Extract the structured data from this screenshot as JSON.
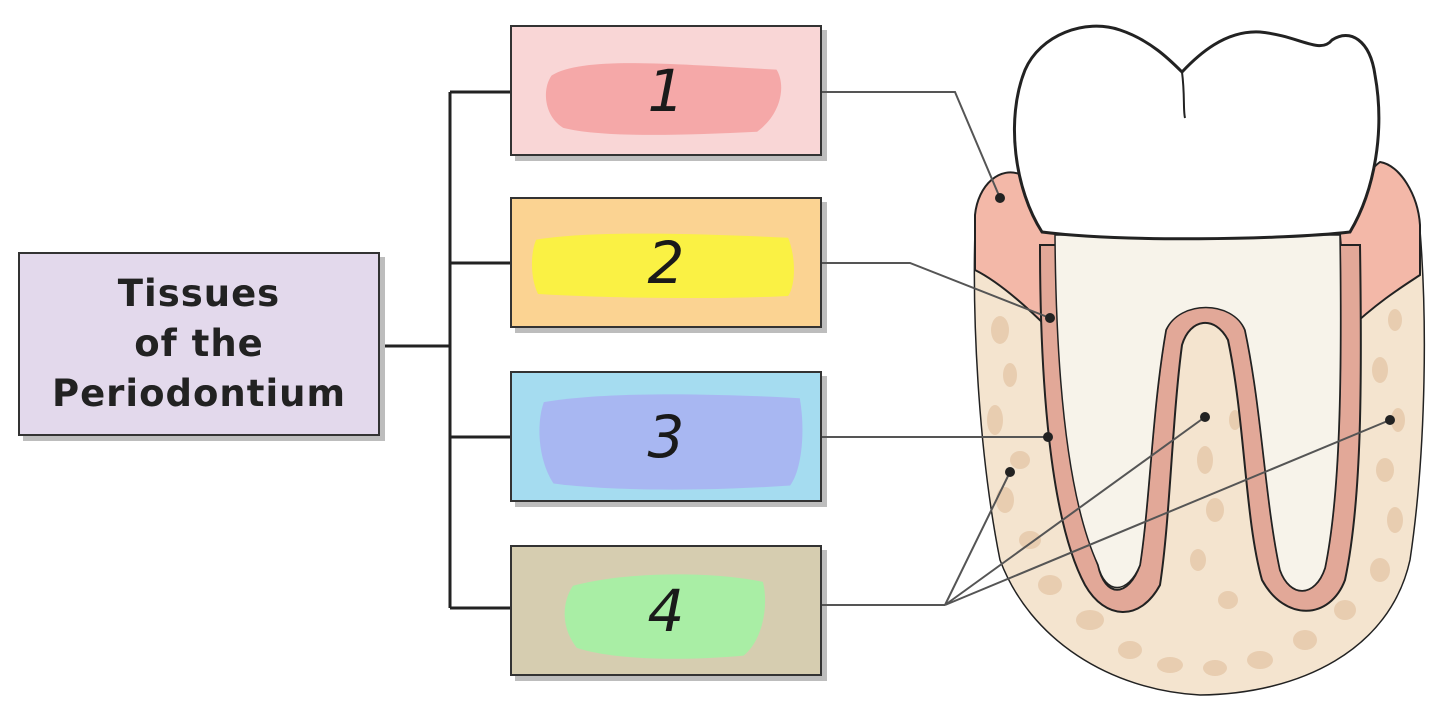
{
  "root": {
    "lines": [
      "Tissues",
      "of the",
      "Periodontium"
    ]
  },
  "boxes": [
    {
      "number": "1",
      "background": "#f9d6d6",
      "scribble": "#f4a3a3"
    },
    {
      "number": "2",
      "background": "#fbd392",
      "scribble": "#faf43c"
    },
    {
      "number": "3",
      "background": "#a5dcf0",
      "scribble": "#a9b3f2"
    },
    {
      "number": "4",
      "background": "#d6cdb0",
      "scribble": "#a4f2a4"
    }
  ],
  "colors": {
    "enamel": "#ffffff",
    "gingiva": "#f3b8a8",
    "root": "#f7f3ea",
    "bone": "#f4e4cf",
    "bone_spots": "#e8cdb0",
    "ligament": "#e2a898",
    "outline": "#222222"
  }
}
